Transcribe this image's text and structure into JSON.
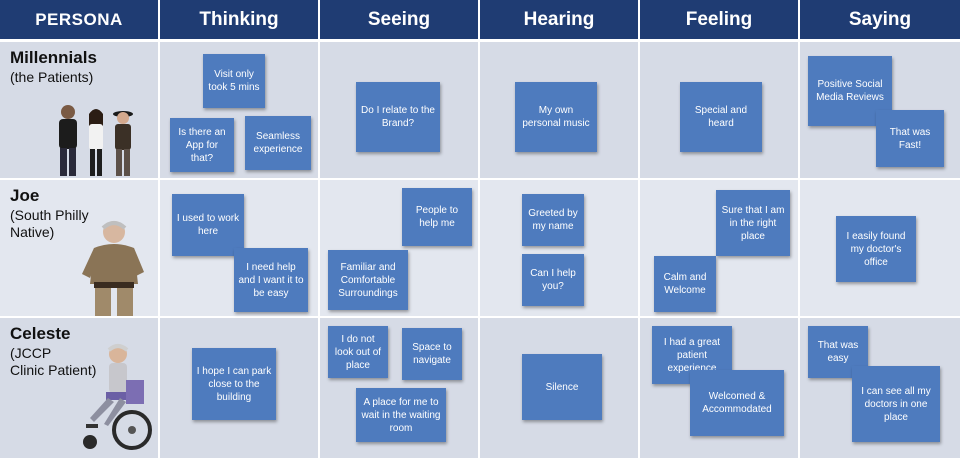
{
  "headers": [
    "PERSONA",
    "Thinking",
    "Seeing",
    "Hearing",
    "Feeling",
    "Saying"
  ],
  "personas": [
    {
      "name": "Millennials",
      "subtitle": "(the Patients)",
      "thinking": [
        "Visit only took 5 mins",
        "Is there an App for that?",
        "Seamless experience"
      ],
      "seeing": [
        "Do I relate to the Brand?"
      ],
      "hearing": [
        "My own personal music"
      ],
      "feeling": [
        "Special and heard"
      ],
      "saying": [
        "Positive Social Media Reviews",
        "That was Fast!"
      ]
    },
    {
      "name": "Joe",
      "subtitle_line1": "(South Philly",
      "subtitle_line2": "Native)",
      "thinking": [
        "I used to work here",
        "I need help and I want it to be easy"
      ],
      "seeing": [
        "People to help me",
        "Familiar and Comfortable Surroundings"
      ],
      "hearing": [
        "Greeted by my name",
        "Can I help you?"
      ],
      "feeling": [
        "Sure that I am in the right place",
        "Calm and Welcome"
      ],
      "saying": [
        "I easily found my doctor's office"
      ]
    },
    {
      "name": "Celeste",
      "subtitle_line1": "(JCCP",
      "subtitle_line2": "Clinic Patient)",
      "thinking": [
        "I hope I can park close to the building"
      ],
      "seeing": [
        "I do not look out of place",
        "Space to navigate",
        "A place for me to wait in the waiting room"
      ],
      "hearing": [
        "Silence"
      ],
      "feeling": [
        "I had a great patient experience",
        "Welcomed & Accommodated"
      ],
      "saying": [
        "That was easy",
        "I can see all my doctors in one place"
      ]
    }
  ],
  "colors": {
    "header_bg": "#1f3c73",
    "note_bg": "#4e7bbe",
    "row_bg_a": "#d6dbe6",
    "row_bg_b": "#e3e7ef"
  }
}
